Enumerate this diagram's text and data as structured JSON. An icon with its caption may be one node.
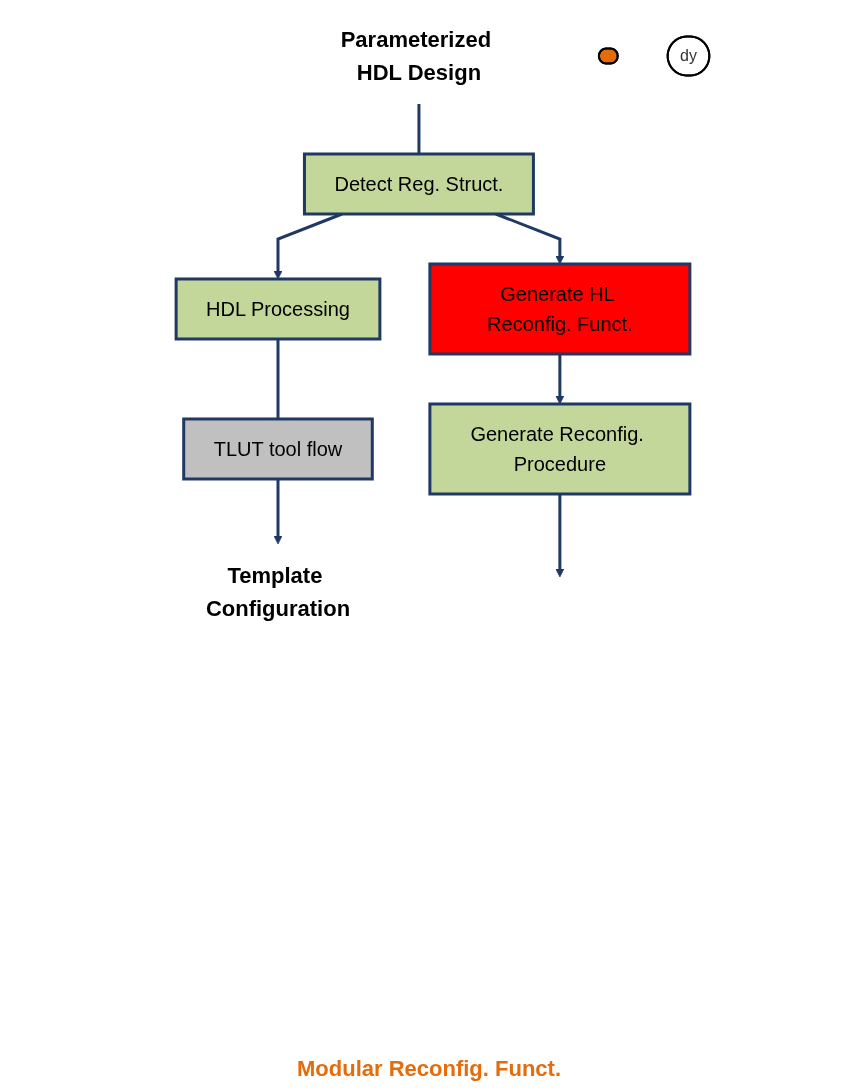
{
  "diagram": {
    "nodes": [
      {
        "text": [
          "Parameterized HDL Design"
        ]
      },
      {
        "text": [
          "Detect Reg. Struct."
        ]
      },
      {
        "text": [
          "HDL Processing"
        ]
      },
      {
        "text": [
          "Generate HL Reconfig. Funct."
        ]
      },
      {
        "text": [
          "TLUT tool flow"
        ]
      },
      {
        "text": [
          "Generate Reconfig. Procedure"
        ]
      },
      {
        "text": [
          "Template Configuration"
        ]
      },
      {
        "text": [],
        "shape": "circle"
      },
      {
        "text": [
          "dy"
        ]
      }
    ],
    "edges": [
      {
        "from": 0,
        "to": 1,
        "arrow": "none"
      },
      {
        "from": 1,
        "to": 2,
        "arrow": "to"
      },
      {
        "from": 1,
        "to": 3,
        "arrow": "to"
      },
      {
        "from": 2,
        "to": 4,
        "arrow": "none"
      },
      {
        "from": 4,
        "to": 6,
        "arrow": "to"
      },
      {
        "from": 3,
        "to": 5,
        "arrow": "to"
      },
      {
        "from": 5,
        "to": null,
        "arrow": "to"
      }
    ],
    "labels": [
      "Modular Reconfig. Funct."
    ]
  }
}
